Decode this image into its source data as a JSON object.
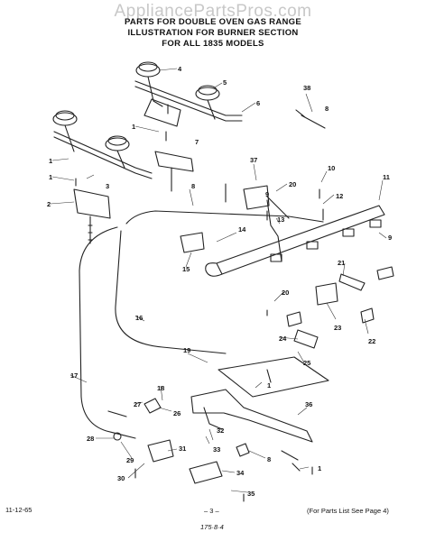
{
  "watermark": "AppliancePartsPros.com",
  "header": {
    "line1": "PARTS FOR DOUBLE OVEN GAS RANGE",
    "line2": "ILLUSTRATION FOR BURNER SECTION",
    "line3": "FOR ALL 1835 MODELS"
  },
  "callouts": [
    "4",
    "5",
    "6",
    "38",
    "8",
    "1",
    "7",
    "1",
    "3",
    "1",
    "2",
    "8",
    "37",
    "9",
    "20",
    "10",
    "12",
    "11",
    "13",
    "14",
    "15",
    "9",
    "21",
    "20",
    "23",
    "22",
    "16",
    "24",
    "25",
    "19",
    "17",
    "1",
    "18",
    "26",
    "36",
    "27",
    "28",
    "29",
    "32",
    "33",
    "31",
    "30",
    "8",
    "34",
    "1",
    "35"
  ],
  "footer": {
    "left": "11-12-65",
    "center": "– 3 –",
    "right": "(For Parts List See Page 4)",
    "handwritten": "175·8·4"
  }
}
